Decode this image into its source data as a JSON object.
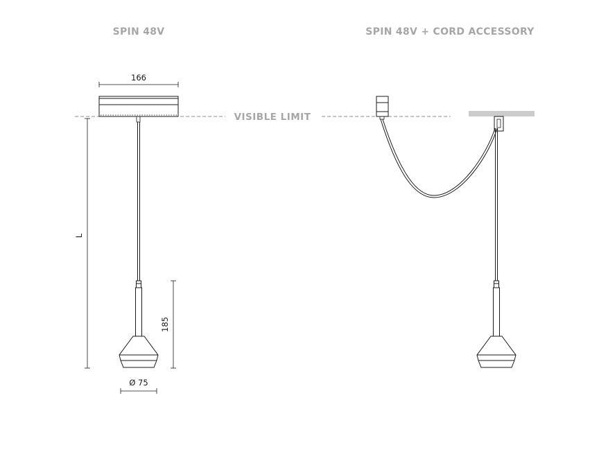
{
  "headers": {
    "left": "SPIN 48V",
    "right": "SPIN 48V + CORD ACCESSORY"
  },
  "visible_limit_label": "VISIBLE LIMIT",
  "dimensions": {
    "width_top": "166",
    "length": "L",
    "height": "185",
    "diameter": "Ø 75"
  },
  "colors": {
    "header_text": "#a6a6a6",
    "line": "#1a1a1a",
    "ceiling_band": "#cccccc"
  }
}
